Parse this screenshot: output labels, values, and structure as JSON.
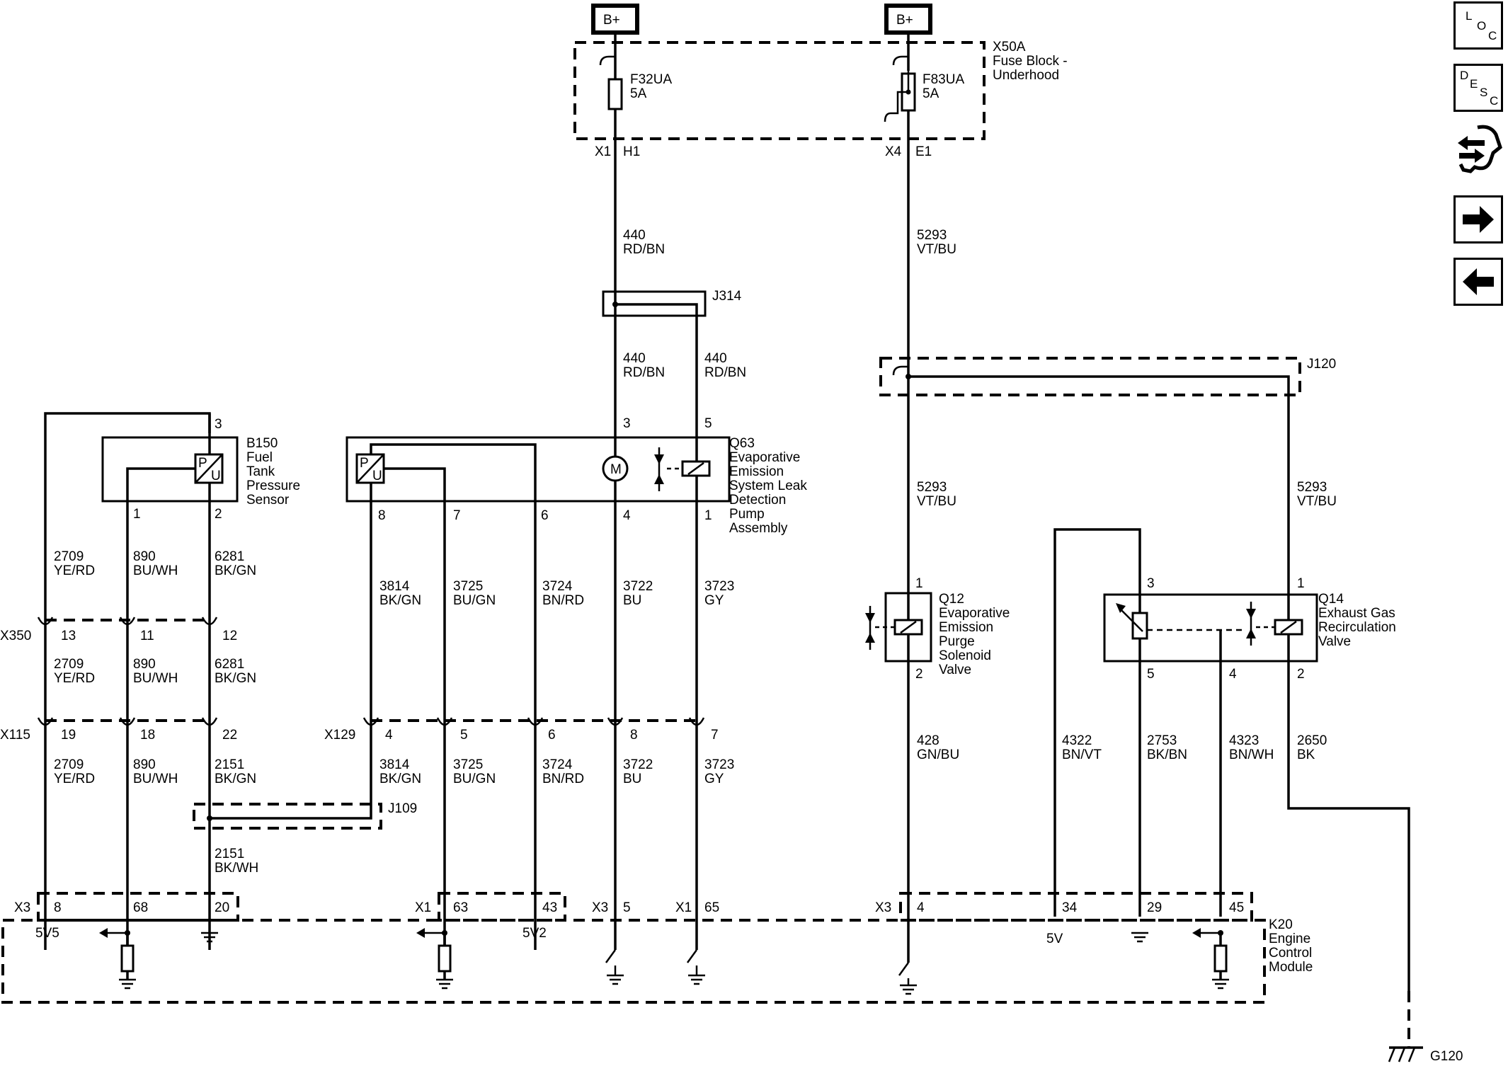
{
  "power": {
    "bplus_left": "B+",
    "bplus_right": "B+"
  },
  "fuse_block": {
    "id": "X50A",
    "name_line1": "Fuse Block -",
    "name_line2": "Underhood",
    "fuse1": {
      "id": "F32UA",
      "rating": "5A",
      "conn": "X1",
      "pin": "H1"
    },
    "fuse2": {
      "id": "F83UA",
      "rating": "5A",
      "conn": "X4",
      "pin": "E1"
    }
  },
  "splices": {
    "j314": "J314",
    "j120": "J120",
    "j109": "J109"
  },
  "wires": {
    "w440": {
      "num": "440",
      "color": "RD/BN"
    },
    "w5293": {
      "num": "5293",
      "color": "VT/BU"
    },
    "w2709": {
      "num": "2709",
      "color": "YE/RD"
    },
    "w890": {
      "num": "890",
      "color": "BU/WH"
    },
    "w6281": {
      "num": "6281",
      "color": "BK/GN"
    },
    "w2151": {
      "num": "2151",
      "color": "BK/GN"
    },
    "w2151b": {
      "num": "2151",
      "color": "BK/WH"
    },
    "w3814": {
      "num": "3814",
      "color": "BK/GN"
    },
    "w3725": {
      "num": "3725",
      "color": "BU/GN"
    },
    "w3724": {
      "num": "3724",
      "color": "BN/RD"
    },
    "w3722": {
      "num": "3722",
      "color": "BU"
    },
    "w3723": {
      "num": "3723",
      "color": "GY"
    },
    "w428": {
      "num": "428",
      "color": "GN/BU"
    },
    "w4322": {
      "num": "4322",
      "color": "BN/VT"
    },
    "w2753": {
      "num": "2753",
      "color": "BK/BN"
    },
    "w4323": {
      "num": "4323",
      "color": "BN/WH"
    },
    "w2650": {
      "num": "2650",
      "color": "BK"
    }
  },
  "b150": {
    "id": "B150",
    "l1": "Fuel",
    "l2": "Tank",
    "l3": "Pressure",
    "l4": "Sensor",
    "pin3": "3",
    "pin1": "1",
    "pin2": "2",
    "sym_p": "P",
    "sym_u": "U"
  },
  "q63": {
    "id": "Q63",
    "l1": "Evaporative",
    "l2": "Emission",
    "l3": "System Leak",
    "l4": "Detection",
    "l5": "Pump",
    "l6": "Assembly",
    "pin3": "3",
    "pin5": "5",
    "pin8": "8",
    "pin7": "7",
    "pin6": "6",
    "pin4": "4",
    "pin1": "1",
    "motor": "M",
    "sym_p": "P",
    "sym_u": "U"
  },
  "q12": {
    "id": "Q12",
    "l1": "Evaporative",
    "l2": "Emission",
    "l3": "Purge",
    "l4": "Solenoid",
    "l5": "Valve",
    "pin1": "1",
    "pin2": "2"
  },
  "q14": {
    "id": "Q14",
    "l1": "Exhaust Gas",
    "l2": "Recirculation",
    "l3": "Valve",
    "pin3": "3",
    "pin1": "1",
    "pin5": "5",
    "pin4": "4",
    "pin2": "2"
  },
  "x350": {
    "id": "X350",
    "p13": "13",
    "p11": "11",
    "p12": "12"
  },
  "x115": {
    "id": "X115",
    "p19": "19",
    "p18": "18",
    "p22": "22"
  },
  "x129": {
    "id": "X129",
    "p4": "4",
    "p5": "5",
    "p6": "6",
    "p8": "8",
    "p7": "7"
  },
  "k20": {
    "id": "K20",
    "l1": "Engine",
    "l2": "Control",
    "l3": "Module",
    "x3a": "X3",
    "p8": "8",
    "p68": "68",
    "p20": "20",
    "x1a": "X1",
    "p63": "63",
    "p43": "43",
    "x3b": "X3",
    "p5": "5",
    "x1b": "X1",
    "p65": "65",
    "x3c": "X3",
    "p4": "4",
    "p34": "34",
    "p29": "29",
    "p45": "45",
    "v5v5": "5V5",
    "v5v2": "5V2",
    "v5v": "5V"
  },
  "ground": {
    "g120": "G120"
  },
  "nav": {
    "loc_l": "L",
    "loc_o": "O",
    "loc_c": "C",
    "desc_d": "D",
    "desc_e": "E",
    "desc_s": "S",
    "desc_c": "C"
  }
}
